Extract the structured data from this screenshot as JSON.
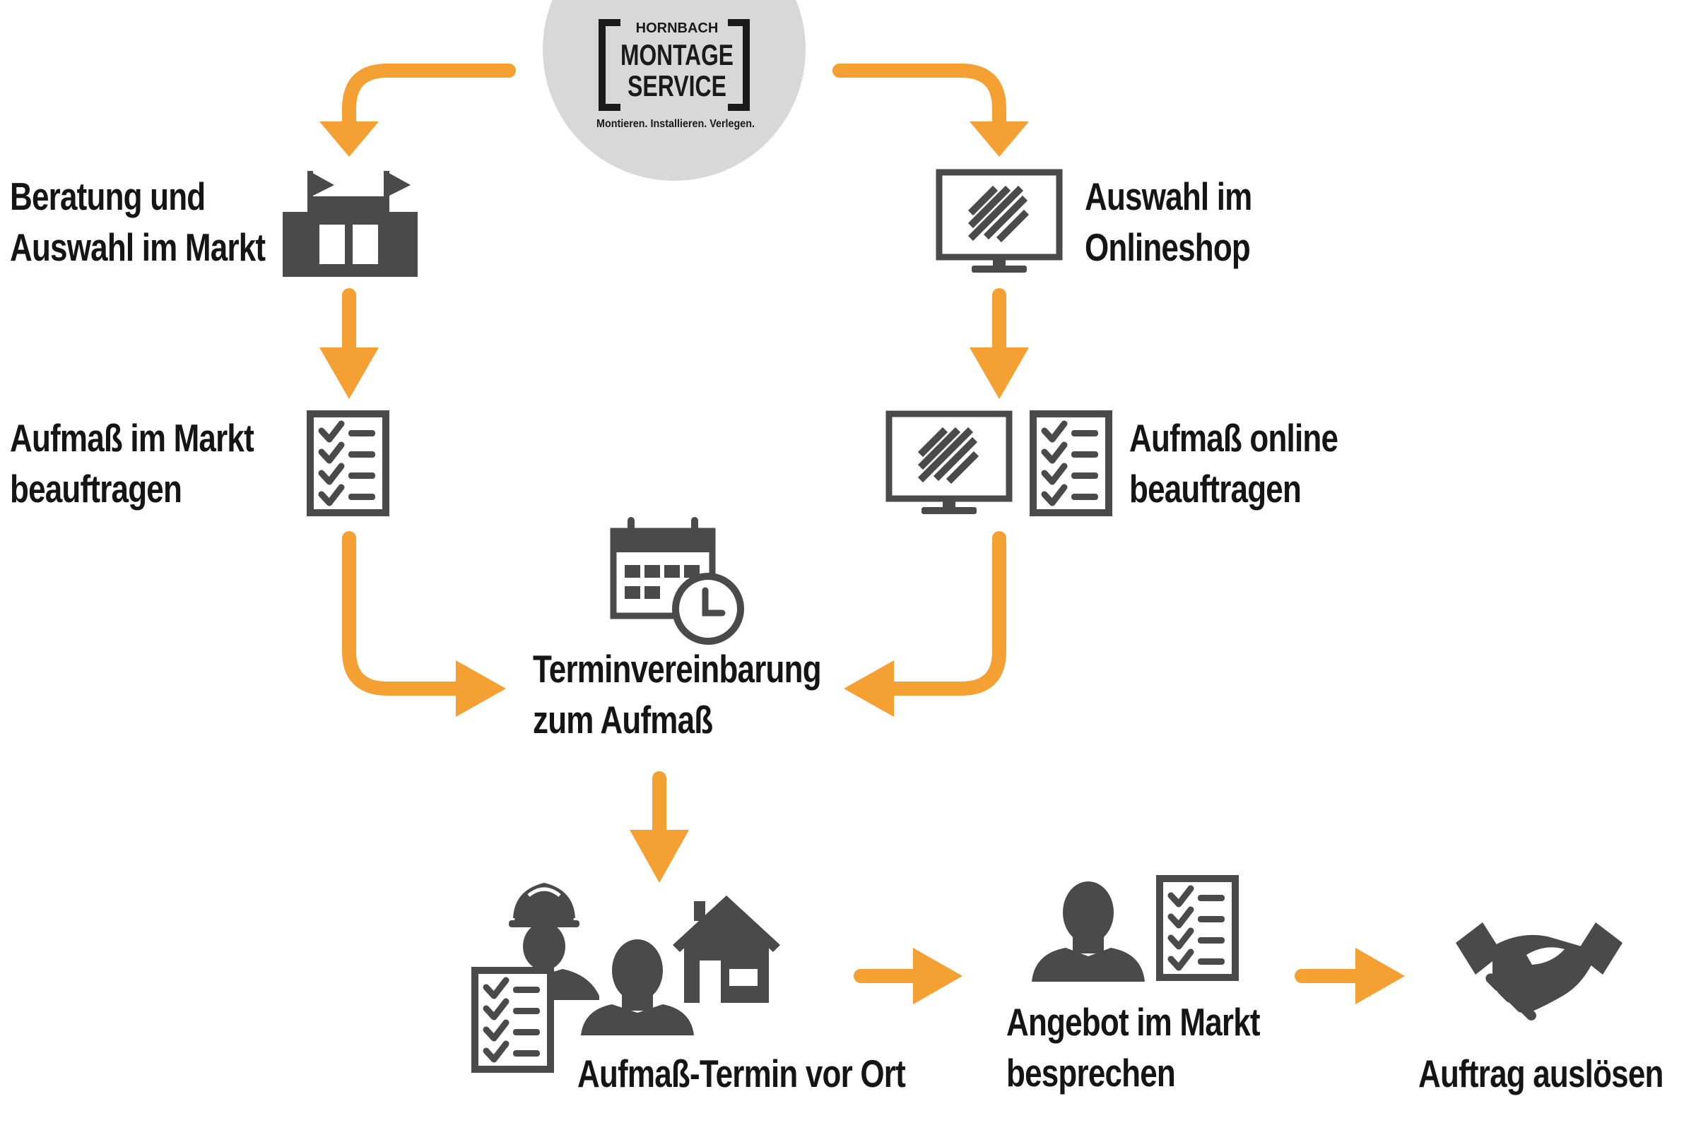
{
  "logo": {
    "brand": "HORNBACH",
    "line1": "MONTAGE",
    "line2": "SERVICE",
    "tagline": "Montieren. Installieren. Verlegen."
  },
  "steps": {
    "beratung": {
      "line1": "Beratung und",
      "line2": "Auswahl im Markt",
      "icon": "store-icon"
    },
    "onlineshop": {
      "line1": "Auswahl im",
      "line2": "Onlineshop",
      "icon": "monitor-icon"
    },
    "aufmass_markt": {
      "line1": "Aufmaß im Markt",
      "line2": "beauftragen",
      "icon": "checklist-icon"
    },
    "aufmass_online": {
      "line1": "Aufmaß online",
      "line2": "beauftragen",
      "icon": "monitor-checklist-icon"
    },
    "termin": {
      "line1": "Terminvereinbarung",
      "line2": "zum Aufmaß",
      "icon": "calendar-clock-icon"
    },
    "vor_ort": {
      "line1": "Aufmaß-Termin vor Ort",
      "icon": "worker-customer-house-icon"
    },
    "angebot": {
      "line1": "Angebot im Markt",
      "line2": "besprechen",
      "icon": "person-checklist-icon"
    },
    "auftrag": {
      "line1": "Auftrag auslösen",
      "icon": "handshake-icon"
    }
  },
  "colors": {
    "arrow": "#F5A033",
    "icon": "#4A4A4A",
    "text": "#151515",
    "logo_circle": "#D8D8D8"
  }
}
